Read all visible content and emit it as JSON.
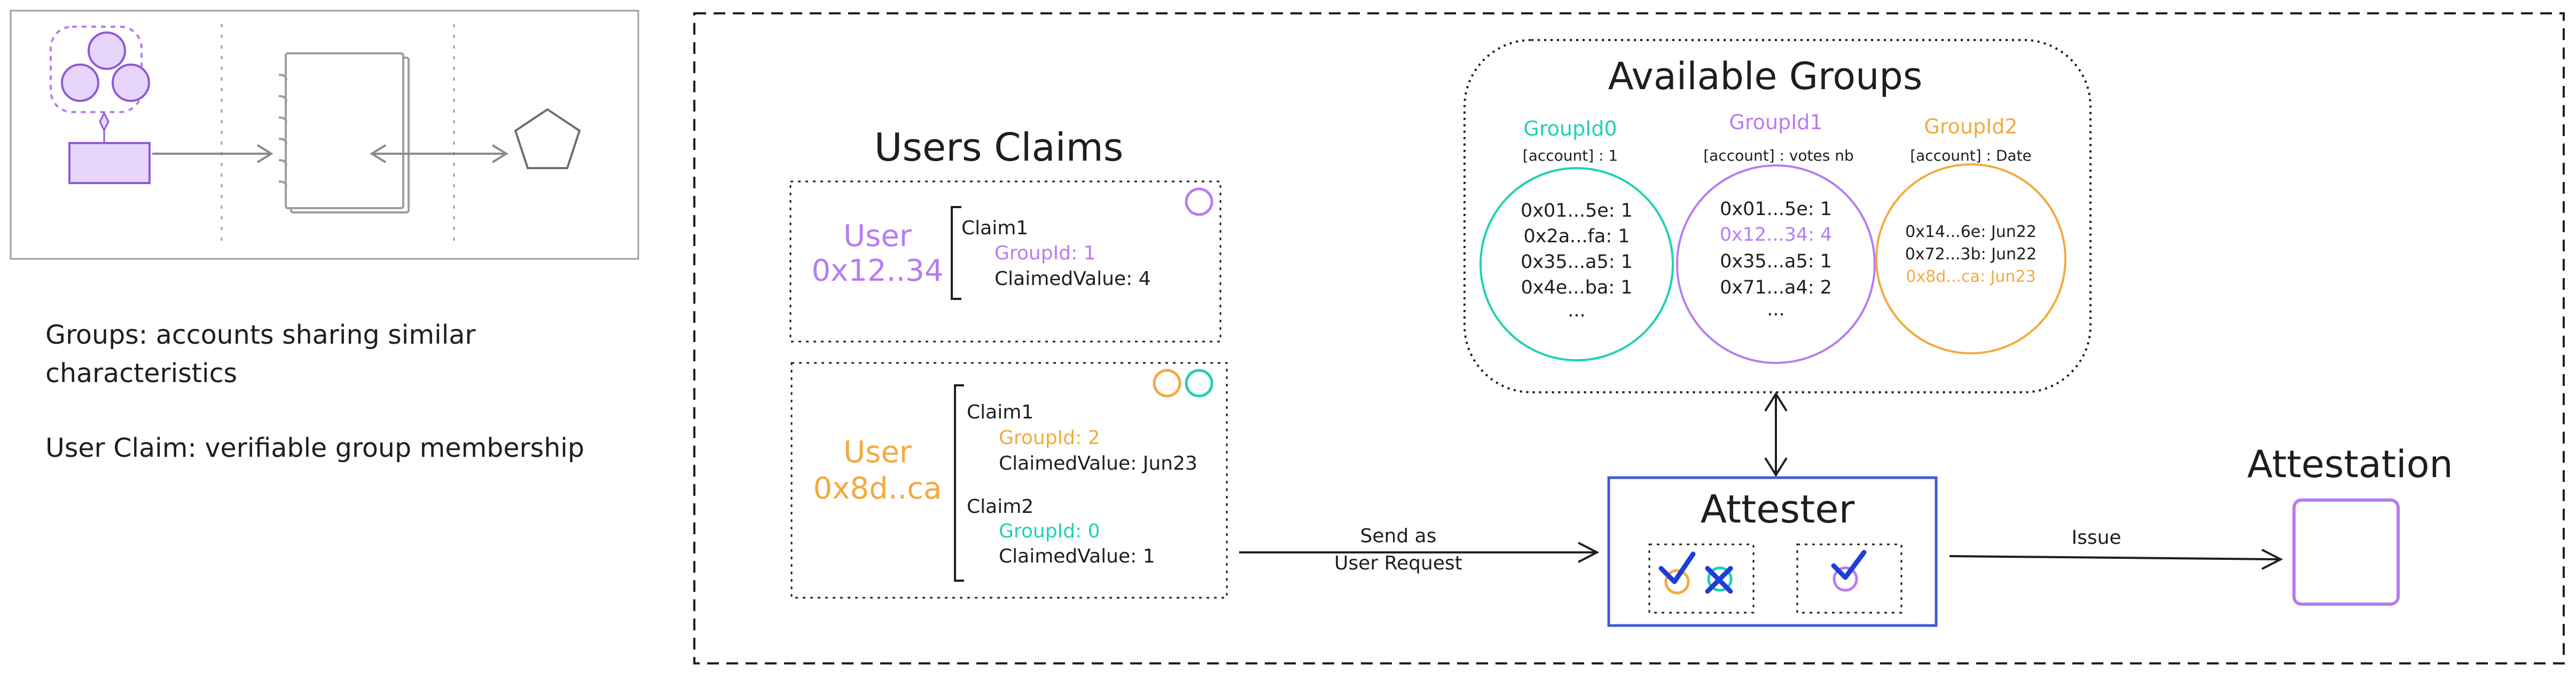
{
  "colors": {
    "purple": "#b77cf0",
    "orange": "#f4a93e",
    "teal": "#1fd1b2",
    "blue": "#3b5bdb",
    "dark": "#1e1e1e"
  },
  "legend": {
    "groups": "Groups: accounts sharing similar characteristics",
    "groups_line1": "Groups: accounts sharing similar",
    "groups_line2": "characteristics",
    "user_claim": "User Claim: verifiable group membership"
  },
  "users_claims": {
    "title": "Users Claims",
    "user1": {
      "label_line1": "User",
      "label_line2": "0x12..34",
      "claims": [
        {
          "name": "Claim1",
          "group": "GroupId: 1",
          "value": "ClaimedValue: 4"
        }
      ]
    },
    "user2": {
      "label_line1": "User",
      "label_line2": "0x8d..ca",
      "claims": [
        {
          "name": "Claim1",
          "group": "GroupId: 2",
          "value": "ClaimedValue: Jun23"
        },
        {
          "name": "Claim2",
          "group": "GroupId: 0",
          "value": "ClaimedValue: 1"
        }
      ]
    }
  },
  "available_groups": {
    "title": "Available Groups",
    "groups": [
      {
        "id": "GroupId0",
        "schema": "[account] : 1",
        "entries": [
          "0x01...5e: 1",
          "0x2a...fa: 1",
          "0x35...a5: 1",
          "0x4e...ba: 1",
          "..."
        ]
      },
      {
        "id": "GroupId1",
        "schema": "[account] : votes nb",
        "entries": [
          "0x01...5e: 1",
          "0x12...34: 4",
          "0x35...a5: 1",
          "0x71...a4: 2",
          "..."
        ]
      },
      {
        "id": "GroupId2",
        "schema": "[account] : Date",
        "entries": [
          "0x14...6e: Jun22",
          "0x72...3b: Jun22",
          "0x8d...ca: Jun23"
        ]
      }
    ]
  },
  "arrows": {
    "send_line1": "Send as",
    "send_line2": "User Request",
    "issue": "Issue"
  },
  "attester": {
    "title": "Attester"
  },
  "attestation": {
    "title": "Attestation"
  }
}
